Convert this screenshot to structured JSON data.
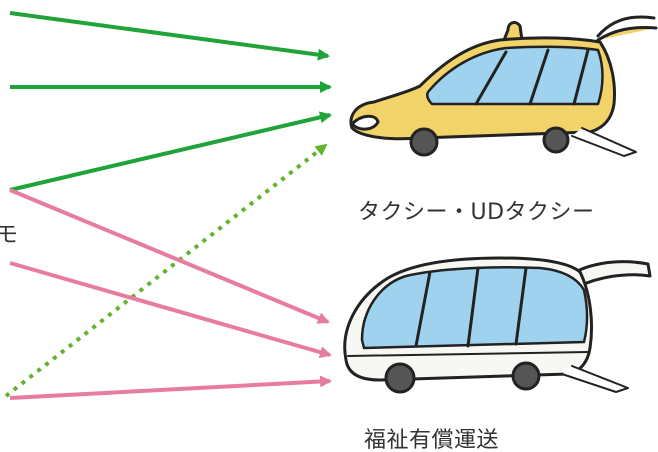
{
  "labels": {
    "taxi": "タクシー・UDタクシー",
    "welfare": "福祉有償運送",
    "cut_left_char": "モ"
  },
  "colors": {
    "green_arrow": "#20a43a",
    "pink_arrow": "#e87ca0",
    "dotted_arrow": "#63b32f",
    "taxi_body": "#f2d36a",
    "van_body": "#f7f7f4",
    "window": "#9fd2ee",
    "outline": "#222222"
  },
  "icons": [
    "taxi-illustration",
    "welfare-van-illustration"
  ]
}
